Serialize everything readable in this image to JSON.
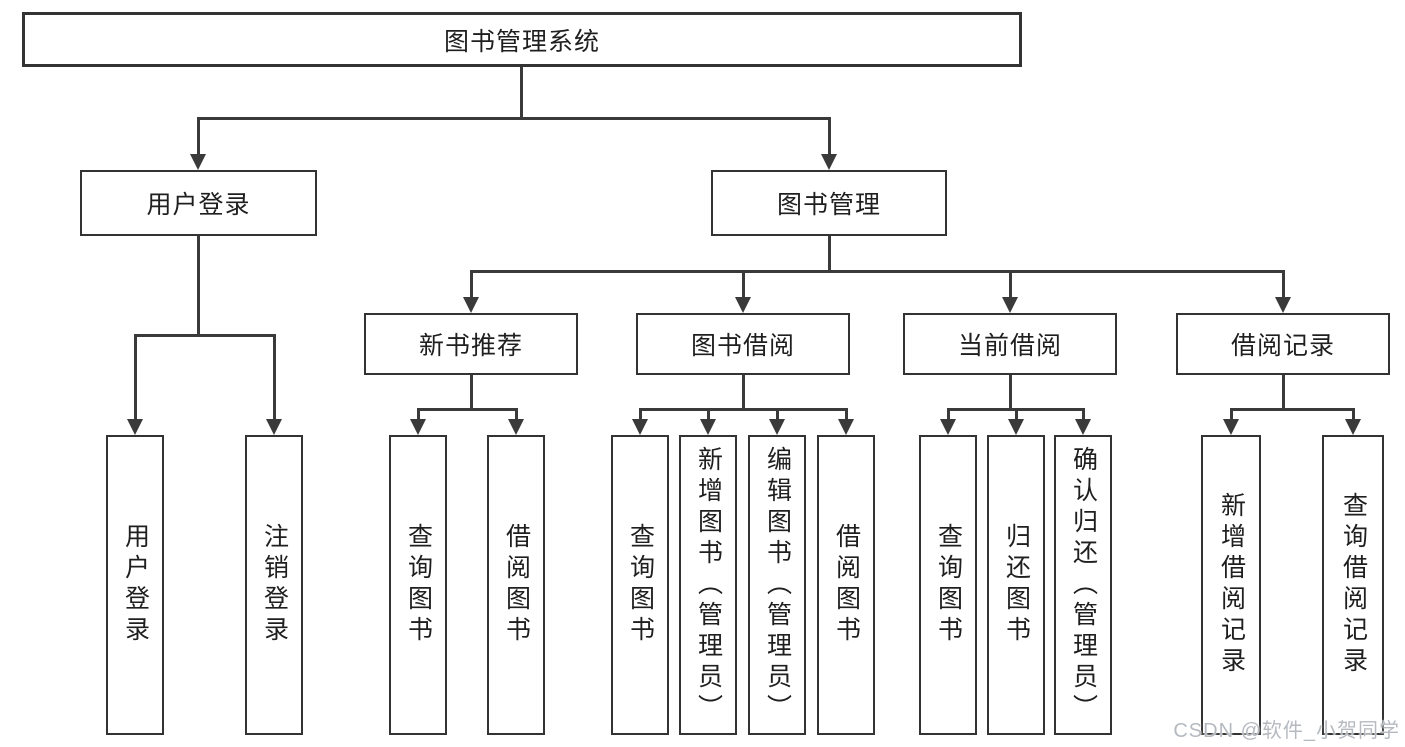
{
  "diagram": {
    "root": {
      "label": "图书管理系统"
    },
    "branches": [
      {
        "label": "用户登录",
        "leaves": [
          {
            "label": "用户登录"
          },
          {
            "label": "注销登录"
          }
        ]
      },
      {
        "label": "图书管理",
        "groups": [
          {
            "label": "新书推荐",
            "leaves": [
              {
                "label": "查询图书"
              },
              {
                "label": "借阅图书"
              }
            ]
          },
          {
            "label": "图书借阅",
            "leaves": [
              {
                "label": "查询图书"
              },
              {
                "label": "新增图书（管理员）"
              },
              {
                "label": "编辑图书（管理员）"
              },
              {
                "label": "借阅图书"
              }
            ]
          },
          {
            "label": "当前借阅",
            "leaves": [
              {
                "label": "查询图书"
              },
              {
                "label": "归还图书"
              },
              {
                "label": "确认归还（管理员）"
              }
            ]
          },
          {
            "label": "借阅记录",
            "leaves": [
              {
                "label": "新增借阅记录"
              },
              {
                "label": "查询借阅记录"
              }
            ]
          }
        ]
      }
    ]
  },
  "watermark": {
    "text": "CSDN @软件_小贺同学"
  },
  "colors": {
    "line": "#3a3a3a",
    "box_border": "#333333",
    "text": "#1f1f1f",
    "watermark": "#b5bac0",
    "background": "#ffffff"
  }
}
